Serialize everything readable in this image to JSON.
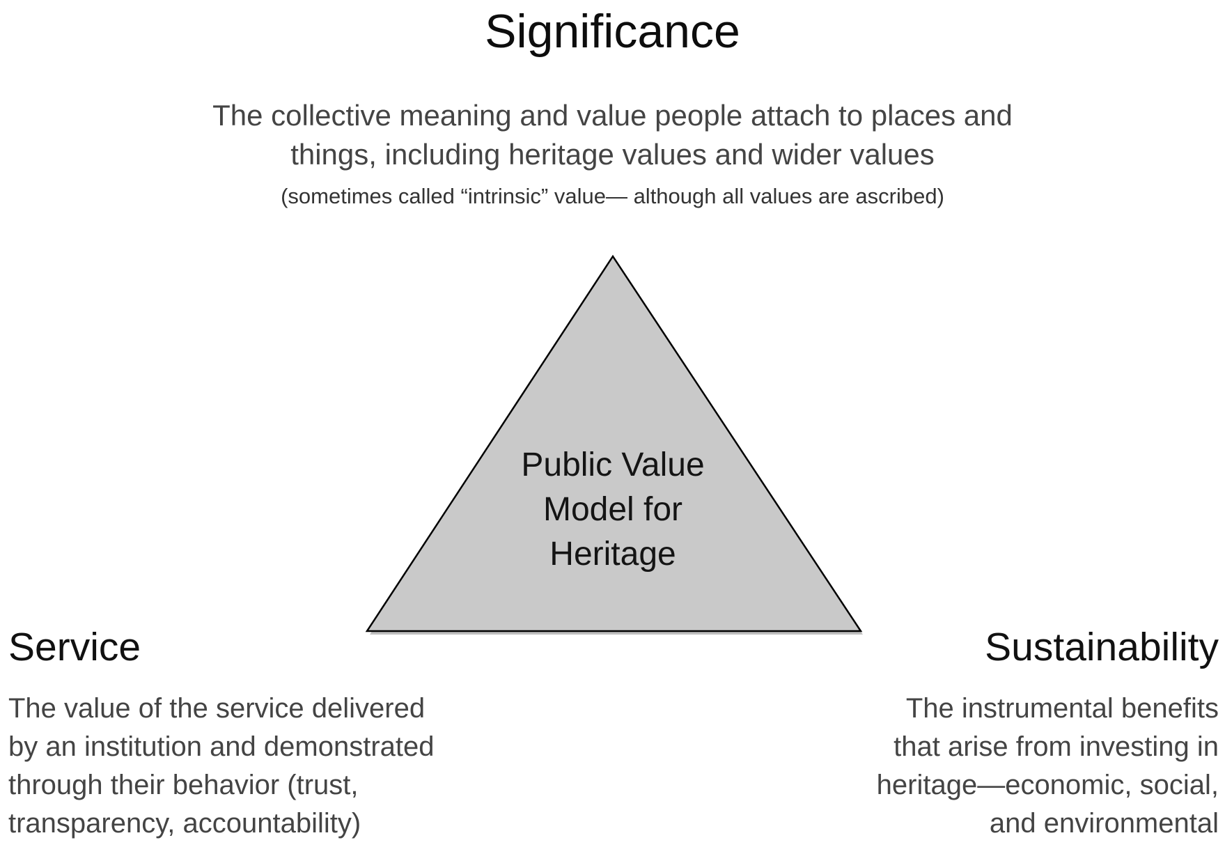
{
  "significance": {
    "title": "Significance",
    "description_lines": [
      "The collective meaning and value people attach to places and",
      "things, including heritage values and wider values"
    ],
    "note": "(sometimes called “intrinsic” value— although all values are ascribed)"
  },
  "center": {
    "label_lines": [
      "Public Value",
      "Model for",
      "Heritage"
    ],
    "fill_color": "#c9c9c9",
    "stroke_color": "#000000"
  },
  "service": {
    "title": "Service",
    "description_lines": [
      "The value of the service delivered",
      "by an institution and demonstrated",
      "through their behavior (trust,",
      "transparency, accountability)"
    ]
  },
  "sustainability": {
    "title": "Sustainability",
    "description_lines": [
      "The instrumental benefits",
      "that arise from investing in",
      "heritage—economic, social,",
      "and environmental"
    ]
  }
}
